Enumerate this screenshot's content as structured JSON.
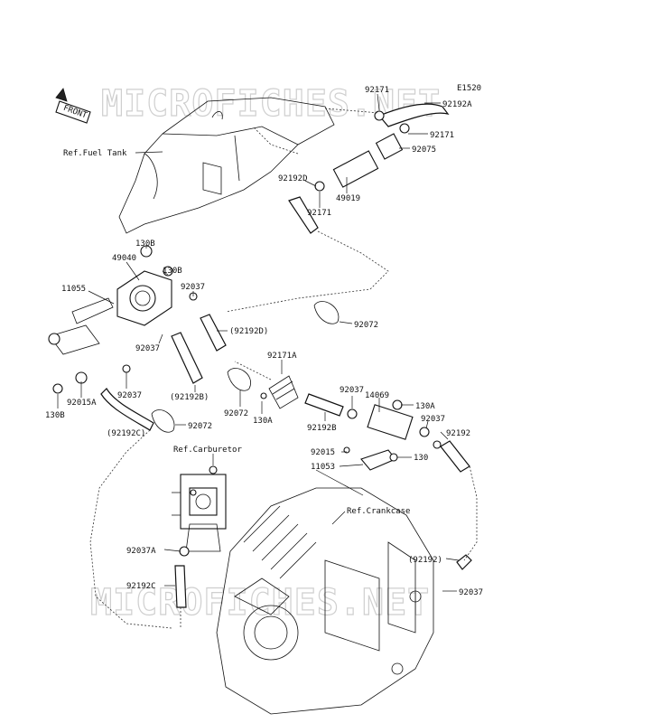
{
  "diagram_code": "E1520",
  "watermark": "MICROFICHES.NET",
  "front_arrow": "FRONT",
  "references": {
    "fuel_tank": "Ref.Fuel Tank",
    "carburetor": "Ref.Carburetor",
    "crankcase": "Ref.Crankcase"
  },
  "parts": {
    "p92171_top": "92171",
    "p92192A": "92192A",
    "p92171_right": "92171",
    "p92075": "92075",
    "p92192D": "92192D",
    "p49019": "49019",
    "p92171_low": "92171",
    "p130B_top": "130B",
    "p49040": "49040",
    "p130B_mid": "130B",
    "p11055": "11055",
    "p92037_a": "92037",
    "p92192D_paren": "(92192D)",
    "p92072_right": "92072",
    "p92037_b": "92037",
    "p92171A": "92171A",
    "p92037_c": "92037",
    "p92015A": "92015A",
    "p130B_low": "130B",
    "p92192B_left": "(92192B)",
    "p92072_mid": "92072",
    "p130A_left": "130A",
    "p92037_d": "92037",
    "p14069": "14069",
    "p130A_right": "130A",
    "p92192B": "92192B",
    "p92037_e": "92037",
    "p92192": "92192",
    "p92192C": "(92192C)",
    "p92072_low": "92072",
    "p92015": "92015",
    "p130": "130",
    "p11053": "11053",
    "p92037A": "92037A",
    "p92192_paren": "(92192)",
    "p92037_f": "92037",
    "p92192C_low": "92192C"
  }
}
